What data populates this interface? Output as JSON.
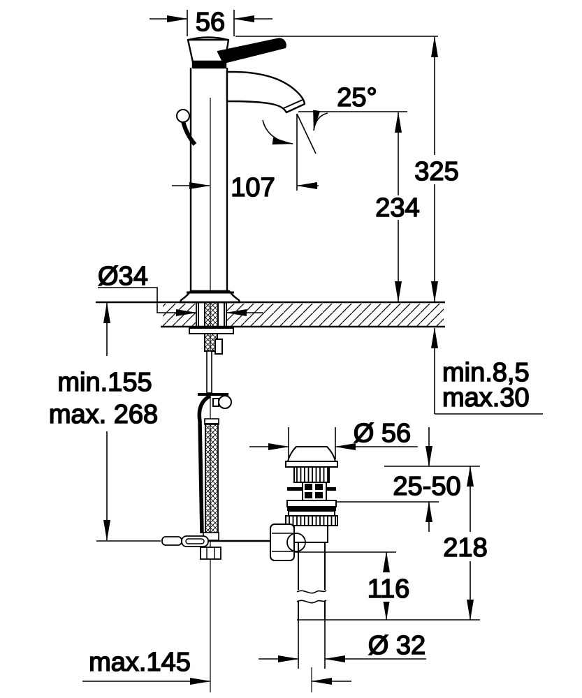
{
  "drawing": {
    "kind": "technical-dimension-drawing",
    "subject": "single-lever basin mixer (high spout) with pop-up waste set, side view with deck cross-section",
    "colors": {
      "line": "#000000",
      "background": "#ffffff"
    }
  },
  "labels": {
    "spout_width": "56",
    "spout_angle": "25°",
    "overall_height": "325",
    "spout_height": "234",
    "spout_reach": "107",
    "mounting_hole": "Ø34",
    "supply_min": "min.155",
    "supply_max": "max. 268",
    "deck_min": "min.8,5",
    "deck_max": "max.30",
    "waste_flange": "Ø 56",
    "waste_adjust": "25-50",
    "waste_depth": "218",
    "tailpipe_length": "116",
    "tailpipe_dia": "Ø 32",
    "rod_reach_max": "max.145"
  }
}
